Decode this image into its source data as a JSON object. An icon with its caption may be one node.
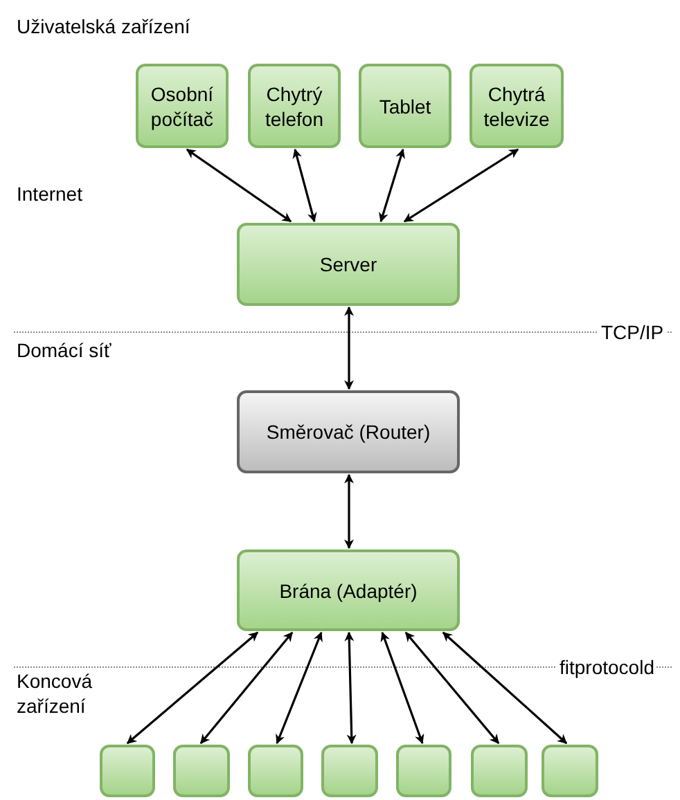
{
  "diagram": {
    "nodes": [
      {
        "text": [
          "Osobní počítač"
        ]
      },
      {
        "text": [
          "Chytrý telefon"
        ]
      },
      {
        "text": [
          "Tablet"
        ]
      },
      {
        "text": [
          "Chytrá televize"
        ]
      },
      {
        "text": [
          "Server"
        ]
      },
      {
        "text": [
          "Směrovač (Router)"
        ]
      },
      {
        "text": [
          "Brána (Adaptér)"
        ]
      },
      {
        "text": [],
        "shape": "box"
      },
      {
        "text": [],
        "shape": "box"
      },
      {
        "text": [],
        "shape": "box"
      },
      {
        "text": [],
        "shape": "box"
      },
      {
        "text": [],
        "shape": "box"
      },
      {
        "text": [],
        "shape": "box"
      },
      {
        "text": [],
        "shape": "box"
      }
    ],
    "edges": [
      {
        "from": 0,
        "to": 4,
        "arrow": "both"
      },
      {
        "from": 1,
        "to": 4,
        "arrow": "both"
      },
      {
        "from": 2,
        "to": 4,
        "arrow": "both"
      },
      {
        "from": 3,
        "to": 4,
        "arrow": "both"
      },
      {
        "from": 4,
        "to": 5,
        "arrow": "both"
      },
      {
        "from": 5,
        "to": 6,
        "arrow": "both"
      },
      {
        "from": 6,
        "to": 7,
        "arrow": "both"
      },
      {
        "from": 6,
        "to": 8,
        "arrow": "both"
      },
      {
        "from": 6,
        "to": 9,
        "arrow": "both"
      },
      {
        "from": 6,
        "to": 10,
        "arrow": "both"
      },
      {
        "from": 6,
        "to": 11,
        "arrow": "both"
      },
      {
        "from": 6,
        "to": 12,
        "arrow": "both"
      },
      {
        "from": 6,
        "to": 13,
        "arrow": "both"
      }
    ],
    "labels": [
      "Uživatelská zařízení",
      "Internet",
      "TCP/IP",
      "Domácí síť",
      "fitprotocold",
      "Koncová zařízení"
    ]
  }
}
